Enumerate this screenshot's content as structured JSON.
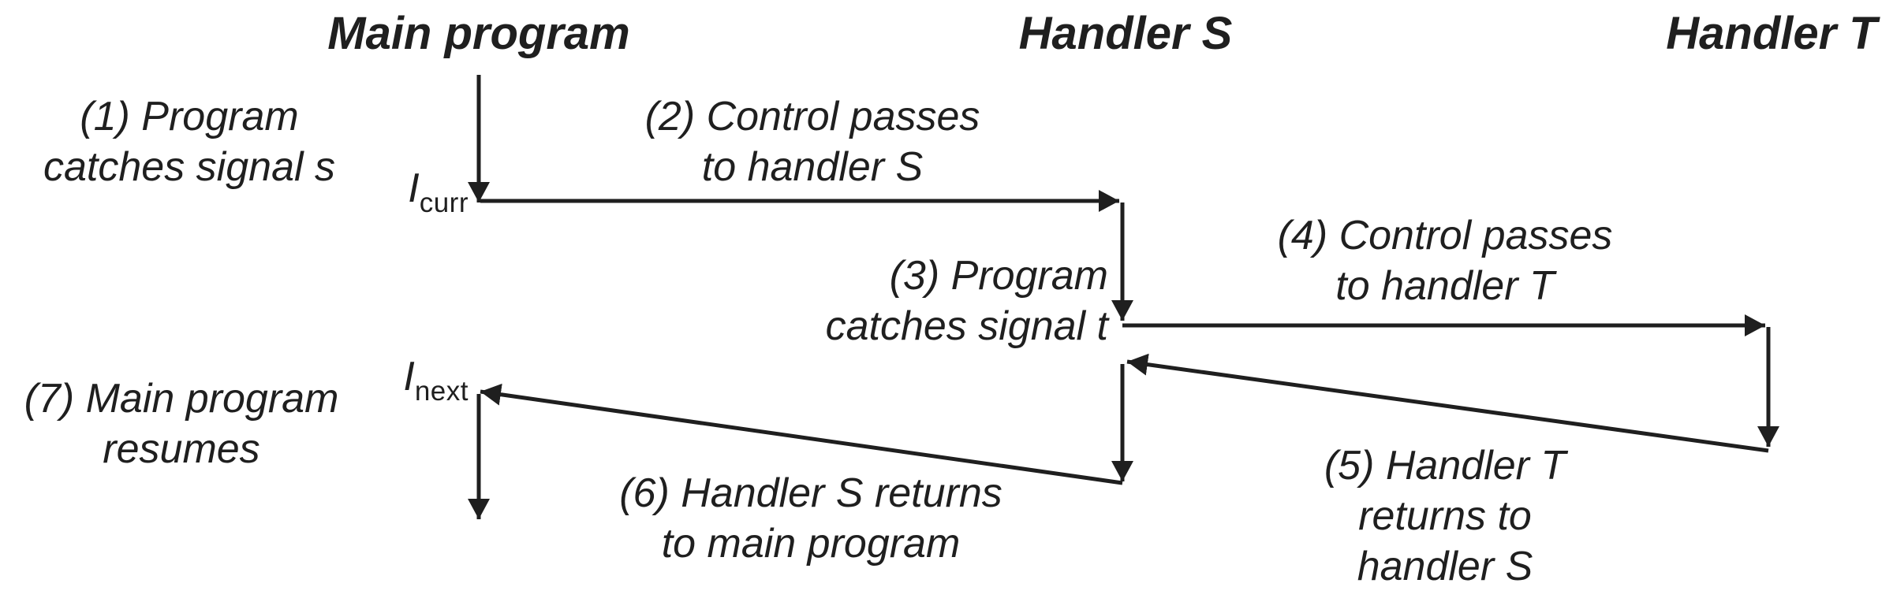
{
  "diagram": {
    "columns": [
      {
        "id": "main",
        "label": "Main program"
      },
      {
        "id": "handler_s",
        "label": "Handler S"
      },
      {
        "id": "handler_t",
        "label": "Handler T"
      }
    ],
    "steps": [
      {
        "num": "1",
        "lines": [
          "(1) Program",
          "catches signal s"
        ]
      },
      {
        "num": "2",
        "lines": [
          "(2) Control passes",
          "to handler S"
        ]
      },
      {
        "num": "3",
        "lines": [
          "(3) Program",
          "catches signal t"
        ]
      },
      {
        "num": "4",
        "lines": [
          "(4) Control passes",
          "to handler T"
        ]
      },
      {
        "num": "5",
        "lines": [
          "(5) Handler T",
          "returns to",
          "handler S"
        ]
      },
      {
        "num": "6",
        "lines": [
          "(6) Handler S returns",
          "to main program"
        ]
      },
      {
        "num": "7",
        "lines": [
          "(7) Main program",
          "resumes"
        ]
      }
    ],
    "instruction_labels": {
      "curr": {
        "base": "I",
        "sub": "curr"
      },
      "next": {
        "base": "I",
        "sub": "next"
      }
    },
    "colors": {
      "ink": "#1f1f1f",
      "background": "#ffffff"
    }
  }
}
